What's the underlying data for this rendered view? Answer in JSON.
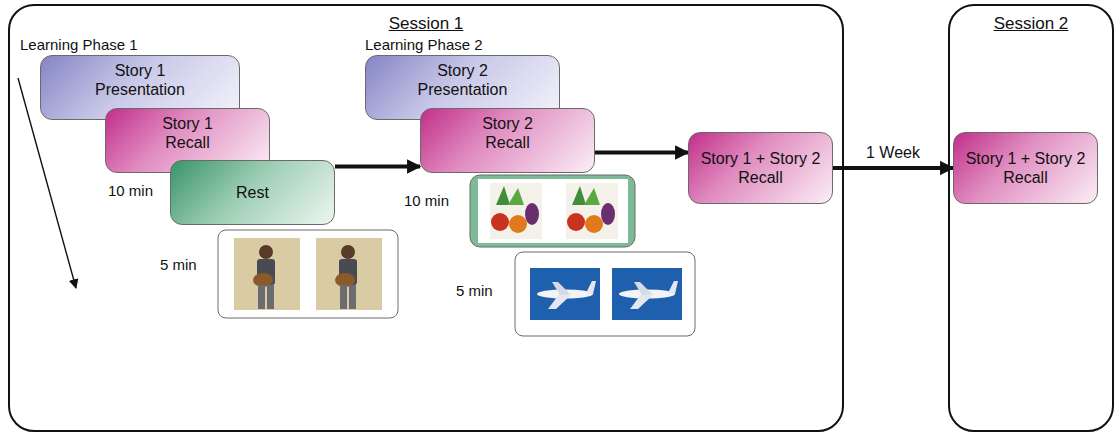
{
  "diagram": {
    "nodes": [
      {
        "text": [
          "Session 1"
        ]
      },
      {
        "text": [
          "Story 1 Presentation"
        ],
        "in": 0
      },
      {
        "text": [
          "Story 1 Recall"
        ],
        "in": 0
      },
      {
        "text": [
          "Rest"
        ],
        "in": 0
      },
      {
        "text": [
          "Story 2 Presentation"
        ],
        "in": 0
      },
      {
        "text": [
          "Story 2 Recall"
        ],
        "in": 0
      },
      {
        "text": [
          "Story 1 + Story 2 Recall"
        ],
        "in": 0
      },
      {
        "text": [
          "Session 2"
        ]
      },
      {
        "text": [
          "Story 1 + Story 2 Recall"
        ],
        "in": 7
      }
    ],
    "edges": [
      {
        "from": 3,
        "to": 5,
        "arrow": "to"
      },
      {
        "from": 5,
        "to": 6,
        "arrow": "to"
      },
      {
        "from": 6,
        "to": 8,
        "arrow": "to",
        "label": "1 Week"
      }
    ],
    "labels": [
      "Learning Phase 1",
      "Learning Phase 2",
      "10 min",
      "5 min",
      "10 min",
      "5 min"
    ]
  }
}
